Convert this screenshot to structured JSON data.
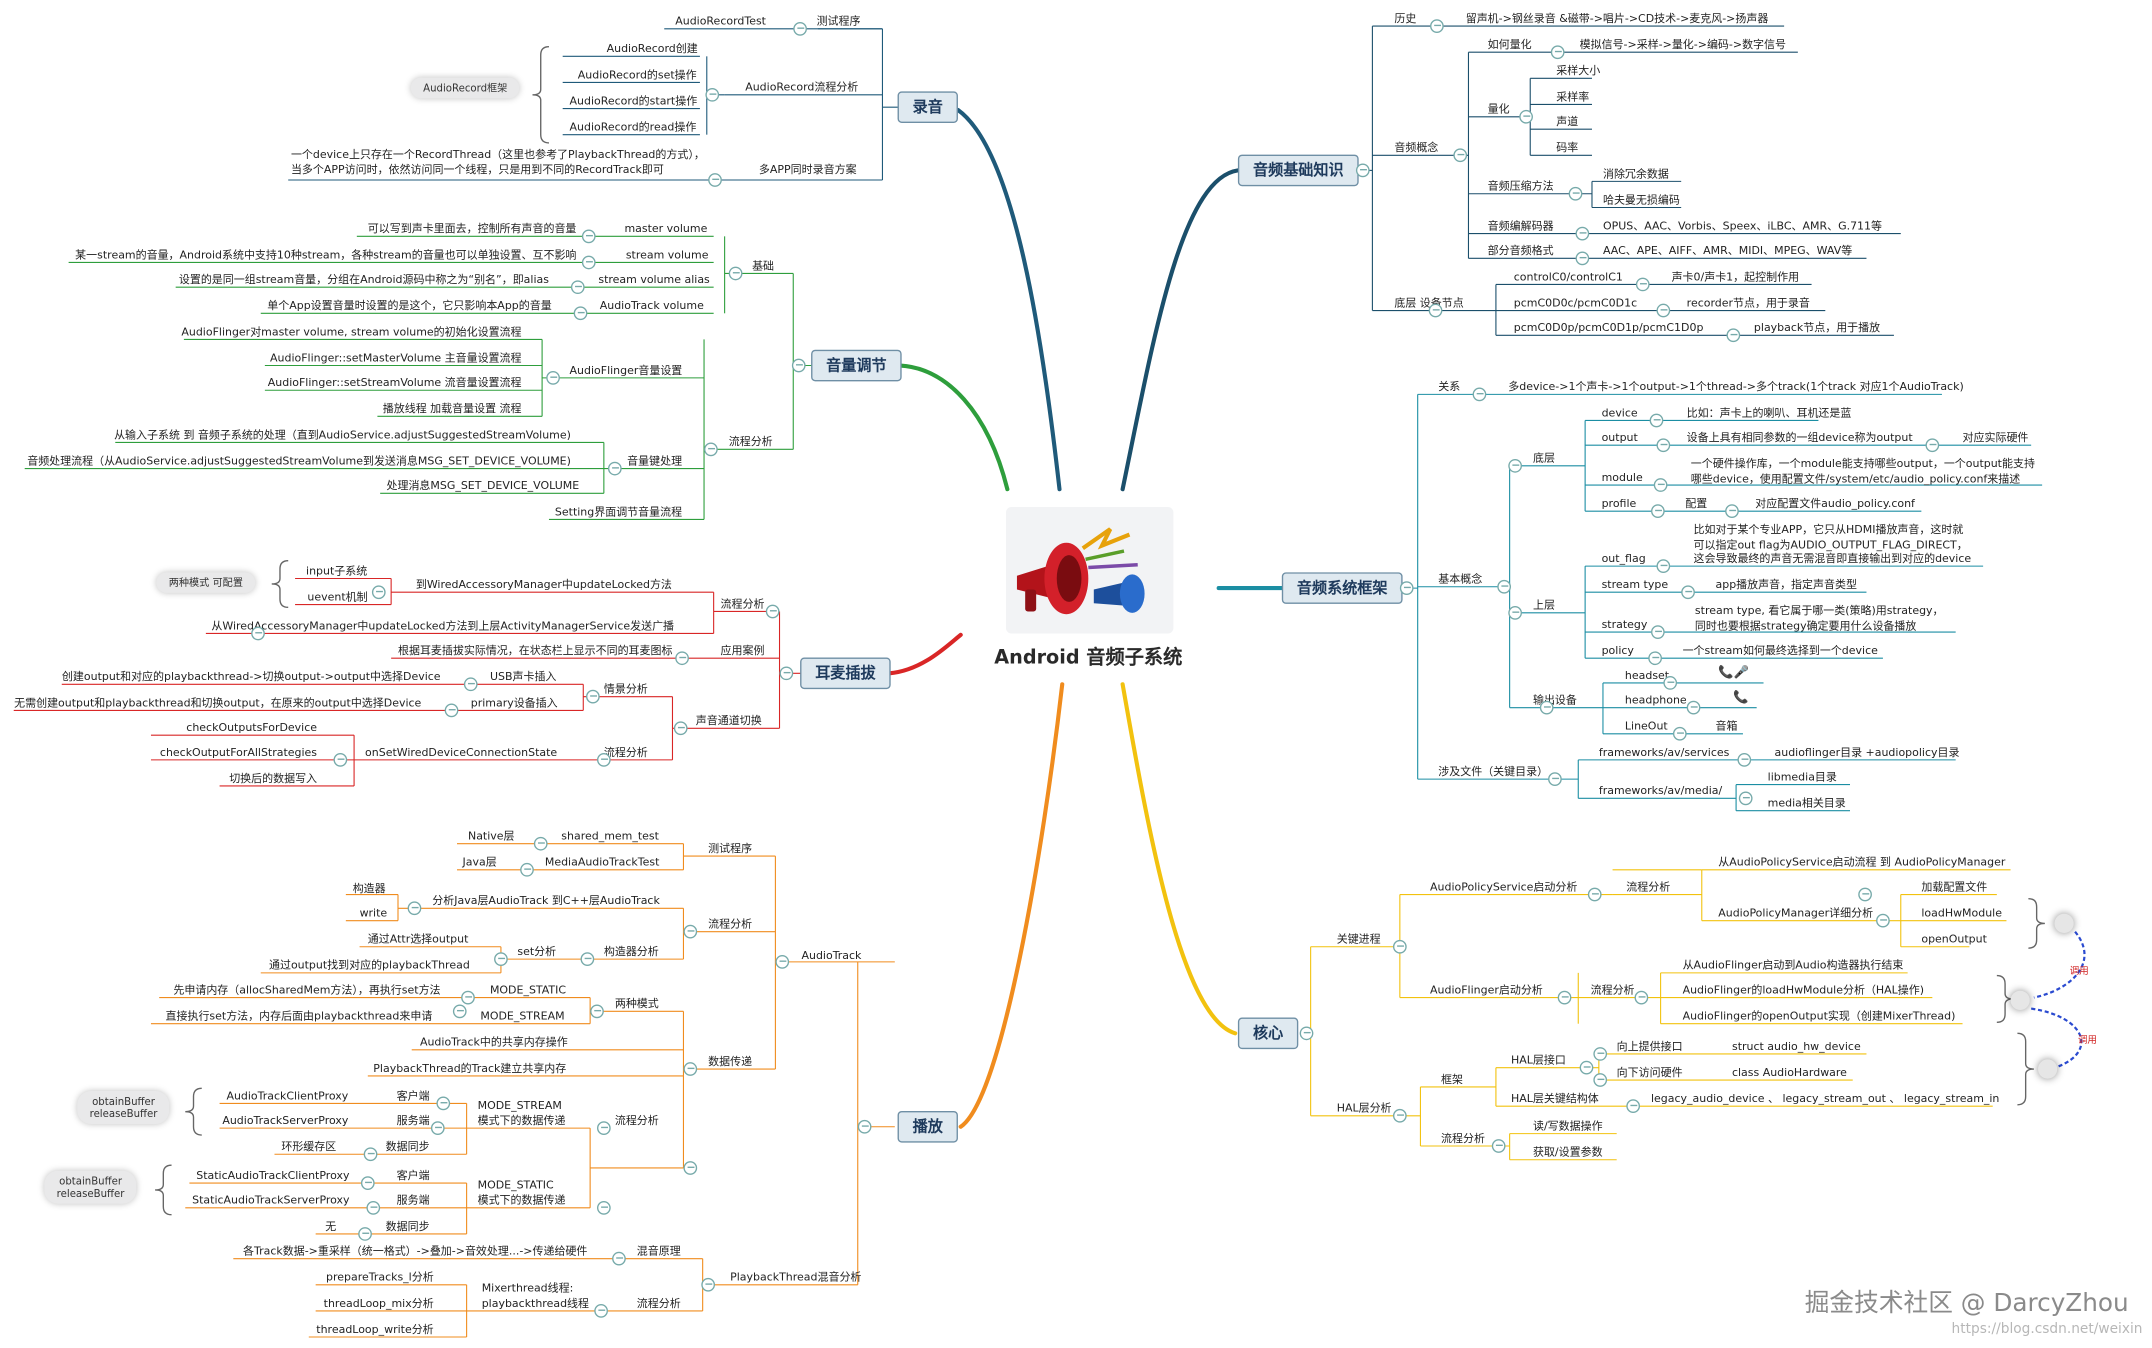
{
  "center": "Android 音频子系统",
  "watermark": "掘金技术社区 @ DarcyZhou",
  "watermark_url": "https://blog.csdn.net/weixin",
  "branch_colors": {
    "recording": "#1f5a7a",
    "volume": "#2e9e3c",
    "headset": "#d92626",
    "playback": "#f08c1e",
    "basics": "#1b4f6b",
    "framework": "#1b8ea3",
    "core": "#f2c20f"
  },
  "topics": {
    "recording": "录音",
    "volume": "音量调节",
    "headset": "耳麦插拔",
    "playback": "播放",
    "basics": "音频基础知识",
    "framework": "音频系统框架",
    "core": "核心"
  },
  "recording": {
    "test": "AudioRecordTest",
    "test_label": "测试程序",
    "flow_label": "AudioRecord流程分析",
    "flow_items": [
      "AudioRecord创建",
      "AudioRecord的set操作",
      "AudioRecord的start操作",
      "AudioRecord的read操作"
    ],
    "framework_tag": "AudioRecord框架",
    "multi_label": "多APP同时录音方案",
    "multi_desc": "一个device上只存在一个RecordThread（这里也参考了PlaybackThread的方式），\n当多个APP访问时，依然访问同一个线程，只是用到不同的RecordTrack即可"
  },
  "volume": {
    "basis_label": "基础",
    "basis": [
      {
        "name": "master volume",
        "desc": "可以写到声卡里面去，控制所有声音的音量"
      },
      {
        "name": "stream volume",
        "desc": "某一stream的音量，Android系统中支持10种stream，各种stream的音量也可以单独设置、互不影响"
      },
      {
        "name": "stream volume alias",
        "desc": "设置的是同一组stream音量，分组在Android源码中称之为“别名”，即alias"
      },
      {
        "name": "AudioTrack volume",
        "desc": "单个App设置音量时设置的是这个，它只影响本App的音量"
      }
    ],
    "flow_label": "流程分析",
    "init": "AudioFlinger对master volume, stream volume的初始化设置流程",
    "af_label": "AudioFlinger音量设置",
    "af_items": [
      "AudioFlinger::setMasterVolume 主音量设置流程",
      "AudioFlinger::setStreamVolume 流音量设置流程",
      "播放线程 加载音量设置 流程"
    ],
    "key_label": "音量键处理",
    "key_items": [
      "从输入子系统 到 音频子系统的处理（直到AudioService.adjustSuggestedStreamVolume)",
      "音频处理流程（从AudioService.adjustSuggestedStreamVolume到发送消息MSG_SET_DEVICE_VOLUME)",
      "处理消息MSG_SET_DEVICE_VOLUME"
    ],
    "setting": "Setting界面调节音量流程"
  },
  "headset": {
    "flow_label": "流程分析",
    "input": "input子系统",
    "uevent": "uevent机制",
    "modes_tag": "两种模式 可配置",
    "to_wired": "到WiredAccessoryManager中updateLocked方法",
    "broadcast": "从WiredAccessoryManager中updateLocked方法到上层ActivityManagerService发送广播",
    "case_label": "应用案例",
    "case_desc": "根据耳麦插拔实际情况，在状态栏上显示不同的耳麦图标",
    "switch_label": "声音通道切换",
    "scenario_label": "情景分析",
    "usb_label": "USB声卡插入",
    "usb_desc": "创建output和对应的playbackthread->切换output->output中选择Device",
    "primary_label": "primary设备插入",
    "primary_desc": "无需创建output和playbackthread和切换output，在原来的output中选择Device",
    "flow2_label": "流程分析",
    "onset": "onSetWiredDeviceConnectionState",
    "checks": [
      "checkOutputsForDevice",
      "checkOutputForAllStrategies",
      "切换后的数据写入"
    ]
  },
  "playback": {
    "audiotrack_label": "AudioTrack",
    "test_label": "测试程序",
    "native_layer": "Native层",
    "native_test": "shared_mem_test",
    "java_layer": "Java层",
    "java_test": "MediaAudioTrackTest",
    "flow_label": "流程分析",
    "ctor": "构造器",
    "write": "write",
    "java_to_cpp": "分析Java层AudioTrack 到C++层AudioTrack",
    "attr": "通过Attr选择output",
    "thread": "通过output找到对应的playbackThread",
    "set_label": "set分析",
    "ctor_label": "构造器分析",
    "modes_label": "两种模式",
    "static_label": "MODE_STATIC",
    "static_desc": "先申请内存（allocSharedMem方法），再执行set方法",
    "stream_label": "MODE_STREAM",
    "stream_desc": "直接执行set方法，内存后面由playbackthread来申请",
    "transfer_label": "数据传递",
    "shm1": "AudioTrack中的共享内存操作",
    "shm2": "PlaybackThread的Track建立共享内存",
    "ms_label": "MODE_STREAM\n模式下的数据传递",
    "client": "客户端",
    "server": "服务端",
    "sync": "数据同步",
    "atcp": "AudioTrackClientProxy",
    "atsp": "AudioTrackServerProxy",
    "ring": "环形缓存区",
    "tag1": "obtainBuffer\nreleaseBuffer",
    "msc_label": "MODE_STATIC\n模式下的数据传递",
    "satcp": "StaticAudioTrackClientProxy",
    "satsp": "StaticAudioTrackServerProxy",
    "none": "无",
    "tag2": "obtainBuffer\nreleaseBuffer",
    "pbt_label": "PlaybackThread混音分析",
    "mix_label": "混音原理",
    "mix_desc": "各Track数据->重采样（统一格式）->叠加->音效处理...->传递给硬件",
    "mixer_label": "Mixerthread线程:\nplaybackthread线程",
    "mixer_flow": "流程分析",
    "mixer_items": [
      "prepareTracks_l分析",
      "threadLoop_mix分析",
      "threadLoop_write分析"
    ]
  },
  "basics": {
    "history_label": "历史",
    "history": "留声机->钢丝录音 &磁带->唱片->CD技术->麦克风->扬声器",
    "quant_label": "如何量化",
    "quant": "模拟信号->采样->量化->编码->数字信号",
    "concept_label": "音频概念",
    "quantity_label": "量化",
    "quantity": [
      "采样大小",
      "采样率",
      "声道",
      "码率"
    ],
    "compress_label": "音频压缩方法",
    "compress": [
      "消除冗余数据",
      "哈夫曼无损编码"
    ],
    "codec_label": "音频编解码器",
    "codec": "OPUS、AAC、Vorbis、Speex、iLBC、AMR、G.711等",
    "format_label": "部分音频格式",
    "format": "AAC、APE、AIFF、AMR、MIDI、MPEG、WAV等",
    "nodes_label": "底层 设备节点",
    "nodes": [
      {
        "name": "controlC0/controlC1",
        "desc": "声卡0/声卡1，起控制作用"
      },
      {
        "name": "pcmC0D0c/pcmC0D1c",
        "desc": "recorder节点，用于录音"
      },
      {
        "name": "pcmC0D0p/pcmC0D1p/pcmC1D0p",
        "desc": "playback节点，用于播放"
      }
    ]
  },
  "framework": {
    "relation_label": "关系",
    "relation": "多device->1个声卡->1个output->1个thread->多个track(1个track 对应1个AudioTrack)",
    "basic_label": "基本概念",
    "bottom_label": "底层",
    "device": "device",
    "device_desc": "比如：声卡上的喇叭、耳机还是蓝",
    "output": "output",
    "output_desc": "设备上具有相同参数的一组device称为output",
    "output_desc2": "对应实际硬件",
    "module": "module",
    "module_desc": "一个硬件操作库，一个module能支持哪些output，一个output能支持\n哪些device，使用配置文件/system/etc/audio_policy.conf来描述",
    "profile": "profile",
    "profile_config": "配置",
    "profile_desc": "对应配置文件audio_policy.conf",
    "top_label": "上层",
    "out_flag": "out_flag",
    "out_flag_desc": "比如对于某个专业APP，它只从HDMI播放声音，这时就\n可以指定out flag为AUDIO_OUTPUT_FLAG_DIRECT，\n这会导致最终的声音无需混音即直接输出到对应的device",
    "stream_type": "stream type",
    "stream_type_desc": "app播放声音，指定声音类型",
    "strategy": "strategy",
    "strategy_desc": "stream type, 看它属于哪一类(策略)用strategy，\n同时也要根据strategy确定要用什么设备播放",
    "policy": "policy",
    "policy_desc": "一个stream如何最终选择到一个device",
    "outdev_label": "输出设备",
    "headset": "headset",
    "headphone": "headphone",
    "lineout": "LineOut",
    "speaker": "音箱",
    "files_label": "涉及文件（关键目录）",
    "services": "frameworks/av/services",
    "services_desc": "audioflinger目录 +audiopolicy目录",
    "media": "frameworks/av/media/",
    "media_items": [
      "libmedia目录",
      "media相关目录"
    ]
  },
  "core": {
    "process_label": "关键进程",
    "aps_label": "AudioPolicyService启动分析",
    "aps_flow": "流程分析",
    "aps_start": "从AudioPolicyService启动流程 到 AudioPolicyManager",
    "apm_label": "AudioPolicyManager详细分析",
    "apm_items": [
      "加载配置文件",
      "loadHwModule",
      "openOutput"
    ],
    "af_label": "AudioFlinger启动分析",
    "af_flow": "流程分析",
    "af_items": [
      "从AudioFlinger启动到Audio构造器执行结束",
      "AudioFlinger的loadHwModule分析（HAL操作)",
      "AudioFlinger的openOutput实现（创建MixerThread)"
    ],
    "hal_label": "HAL层分析",
    "frame_label": "框架",
    "hal_if": "HAL层接口",
    "up": "向上提供接口",
    "up_desc": "struct audio_hw_device",
    "down": "向下访问硬件",
    "down_desc": "class AudioHardware",
    "hal_struct": "HAL层关键结构体",
    "hal_struct_desc": "legacy_audio_device 、 legacy_stream_out 、 legacy_stream_in",
    "hal_flow": "流程分析",
    "hal_flow_items": [
      "读/写数据操作",
      "获取/设置参数"
    ],
    "call": "调用"
  }
}
